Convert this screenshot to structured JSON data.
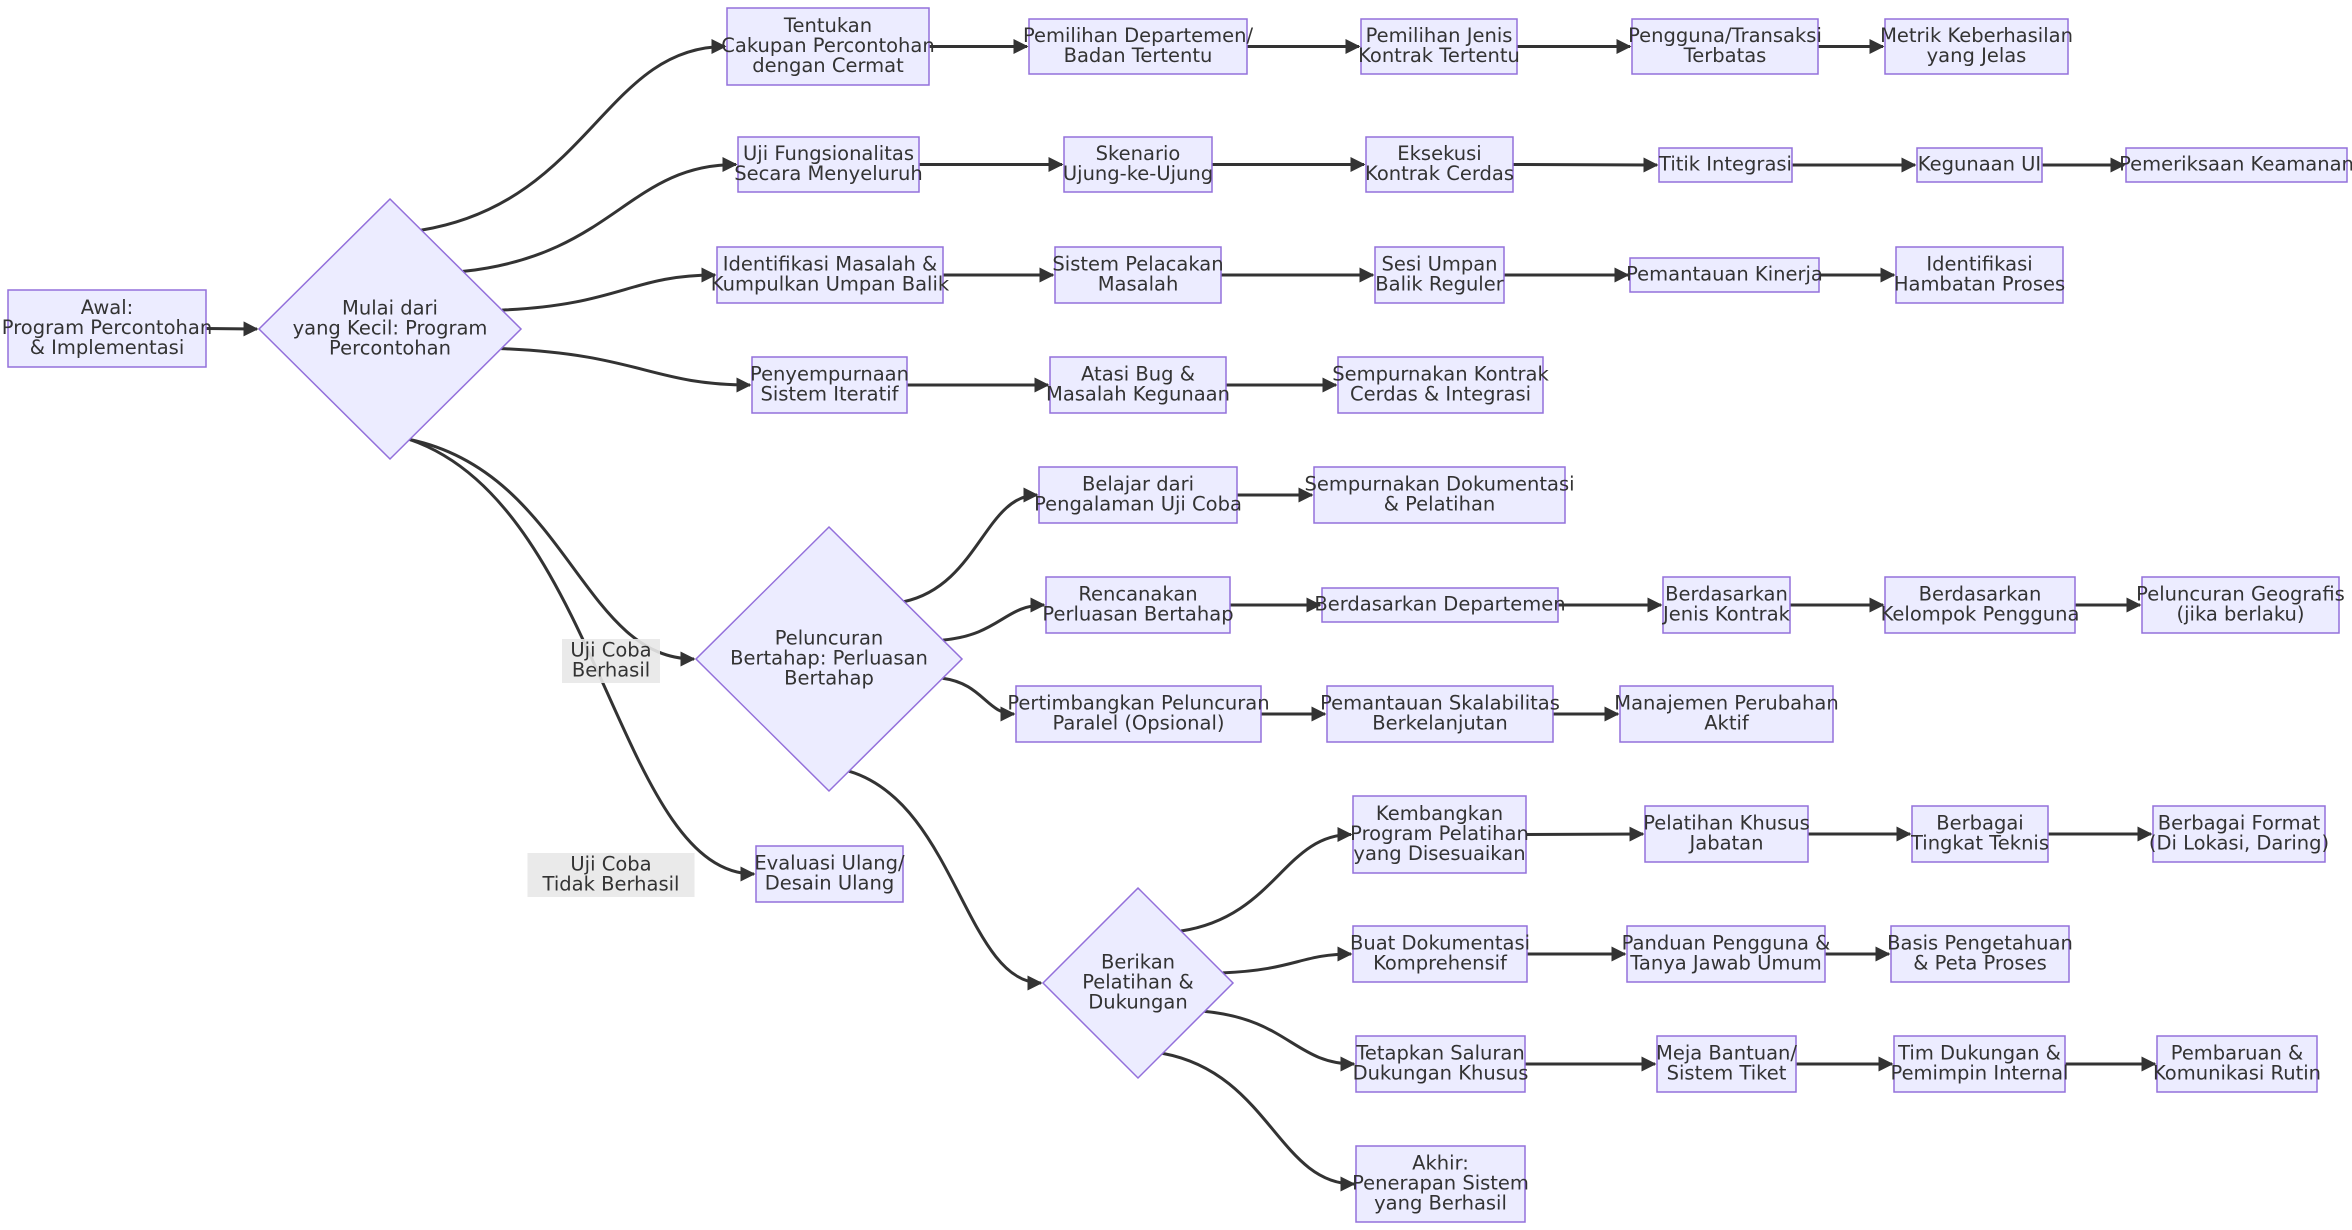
{
  "nodes": [
    {
      "id": "A",
      "lines": [
        "Awal:",
        "Program Percontohan",
        "& Implementasi"
      ]
    },
    {
      "id": "B",
      "lines": [
        "Mulai dari",
        "yang Kecil: Program",
        "Percontohan"
      ]
    },
    {
      "id": "C",
      "lines": [
        "Tentukan",
        "Cakupan Percontohan",
        "dengan Cermat"
      ]
    },
    {
      "id": "C1",
      "lines": [
        "Pemilihan Departemen/",
        "Badan Tertentu"
      ]
    },
    {
      "id": "C2",
      "lines": [
        "Pemilihan Jenis",
        "Kontrak Tertentu"
      ]
    },
    {
      "id": "C3",
      "lines": [
        "Pengguna/Transaksi",
        "Terbatas"
      ]
    },
    {
      "id": "C4",
      "lines": [
        "Metrik Keberhasilan",
        "yang Jelas"
      ]
    },
    {
      "id": "D",
      "lines": [
        "Uji Fungsionalitas",
        "Secara Menyeluruh"
      ]
    },
    {
      "id": "D1",
      "lines": [
        "Skenario",
        "Ujung-ke-Ujung"
      ]
    },
    {
      "id": "D2",
      "lines": [
        "Eksekusi",
        "Kontrak Cerdas"
      ]
    },
    {
      "id": "D3",
      "lines": [
        "Titik Integrasi"
      ]
    },
    {
      "id": "D4",
      "lines": [
        "Kegunaan UI"
      ]
    },
    {
      "id": "D5",
      "lines": [
        "Pemeriksaan Keamanan"
      ]
    },
    {
      "id": "E",
      "lines": [
        "Identifikasi Masalah &",
        "Kumpulkan Umpan Balik"
      ]
    },
    {
      "id": "E1",
      "lines": [
        "Sistem Pelacakan",
        "Masalah"
      ]
    },
    {
      "id": "E2",
      "lines": [
        "Sesi Umpan",
        "Balik Reguler"
      ]
    },
    {
      "id": "E3",
      "lines": [
        "Pemantauan Kinerja"
      ]
    },
    {
      "id": "E4",
      "lines": [
        "Identifikasi",
        "Hambatan Proses"
      ]
    },
    {
      "id": "F",
      "lines": [
        "Penyempurnaan",
        "Sistem Iteratif"
      ]
    },
    {
      "id": "F1",
      "lines": [
        "Atasi Bug &",
        "Masalah Kegunaan"
      ]
    },
    {
      "id": "F2",
      "lines": [
        "Sempurnakan Kontrak",
        "Cerdas & Integrasi"
      ]
    },
    {
      "id": "G",
      "lines": [
        "Peluncuran",
        "Bertahap: Perluasan",
        "Bertahap"
      ]
    },
    {
      "id": "G0",
      "lines": [
        "Belajar dari",
        "Pengalaman Uji Coba"
      ]
    },
    {
      "id": "G0a",
      "lines": [
        "Sempurnakan Dokumentasi",
        "& Pelatihan"
      ]
    },
    {
      "id": "G1",
      "lines": [
        "Rencanakan",
        "Perluasan Bertahap"
      ]
    },
    {
      "id": "G1a",
      "lines": [
        "Berdasarkan Departemen"
      ]
    },
    {
      "id": "G1b",
      "lines": [
        "Berdasarkan",
        "Jenis Kontrak"
      ]
    },
    {
      "id": "G1c",
      "lines": [
        "Berdasarkan",
        "Kelompok Pengguna"
      ]
    },
    {
      "id": "G1d",
      "lines": [
        "Peluncuran Geografis",
        "(jika berlaku)"
      ]
    },
    {
      "id": "G2",
      "lines": [
        "Pertimbangkan Peluncuran",
        "Paralel (Opsional)"
      ]
    },
    {
      "id": "G2a",
      "lines": [
        "Pemantauan Skalabilitas",
        "Berkelanjutan"
      ]
    },
    {
      "id": "G2b",
      "lines": [
        "Manajemen Perubahan",
        "Aktif"
      ]
    },
    {
      "id": "H",
      "lines": [
        "Evaluasi Ulang/",
        "Desain Ulang"
      ]
    },
    {
      "id": "I",
      "lines": [
        "Berikan",
        "Pelatihan &",
        "Dukungan"
      ]
    },
    {
      "id": "I1",
      "lines": [
        "Kembangkan",
        "Program Pelatihan",
        "yang Disesuaikan"
      ]
    },
    {
      "id": "I1a",
      "lines": [
        "Pelatihan Khusus",
        "Jabatan"
      ]
    },
    {
      "id": "I1b",
      "lines": [
        "Berbagai",
        "Tingkat Teknis"
      ]
    },
    {
      "id": "I1c",
      "lines": [
        "Berbagai Format",
        "(Di Lokasi, Daring)"
      ]
    },
    {
      "id": "I2",
      "lines": [
        "Buat Dokumentasi",
        "Komprehensif"
      ]
    },
    {
      "id": "I2a",
      "lines": [
        "Panduan Pengguna &",
        "Tanya Jawab Umum"
      ]
    },
    {
      "id": "I2b",
      "lines": [
        "Basis Pengetahuan",
        "& Peta Proses"
      ]
    },
    {
      "id": "I3",
      "lines": [
        "Tetapkan Saluran",
        "Dukungan Khusus"
      ]
    },
    {
      "id": "I3a",
      "lines": [
        "Meja Bantuan/",
        "Sistem Tiket"
      ]
    },
    {
      "id": "I3b",
      "lines": [
        "Tim Dukungan &",
        "Pemimpin Internal"
      ]
    },
    {
      "id": "I3c",
      "lines": [
        "Pembaruan &",
        "Komunikasi Rutin"
      ]
    },
    {
      "id": "J",
      "lines": [
        "Akhir:",
        "Penerapan Sistem",
        "yang Berhasil"
      ]
    }
  ],
  "edges": [
    {
      "from": "A",
      "to": "B"
    },
    {
      "from": "B",
      "to": "C"
    },
    {
      "from": "C",
      "to": "C1"
    },
    {
      "from": "C1",
      "to": "C2"
    },
    {
      "from": "C2",
      "to": "C3"
    },
    {
      "from": "C3",
      "to": "C4"
    },
    {
      "from": "B",
      "to": "D"
    },
    {
      "from": "D",
      "to": "D1"
    },
    {
      "from": "D1",
      "to": "D2"
    },
    {
      "from": "D2",
      "to": "D3"
    },
    {
      "from": "D3",
      "to": "D4"
    },
    {
      "from": "D4",
      "to": "D5"
    },
    {
      "from": "B",
      "to": "E"
    },
    {
      "from": "E",
      "to": "E1"
    },
    {
      "from": "E1",
      "to": "E2"
    },
    {
      "from": "E2",
      "to": "E3"
    },
    {
      "from": "E3",
      "to": "E4"
    },
    {
      "from": "B",
      "to": "F"
    },
    {
      "from": "F",
      "to": "F1"
    },
    {
      "from": "F1",
      "to": "F2"
    },
    {
      "from": "B",
      "to": "G",
      "label": [
        "Uji Coba",
        "Berhasil"
      ]
    },
    {
      "from": "B",
      "to": "H",
      "label": [
        "Uji Coba",
        "Tidak Berhasil"
      ]
    },
    {
      "from": "G",
      "to": "G0"
    },
    {
      "from": "G0",
      "to": "G0a"
    },
    {
      "from": "G",
      "to": "G1"
    },
    {
      "from": "G1",
      "to": "G1a"
    },
    {
      "from": "G1a",
      "to": "G1b"
    },
    {
      "from": "G1b",
      "to": "G1c"
    },
    {
      "from": "G1c",
      "to": "G1d"
    },
    {
      "from": "G",
      "to": "G2"
    },
    {
      "from": "G2",
      "to": "G2a"
    },
    {
      "from": "G2a",
      "to": "G2b"
    },
    {
      "from": "G",
      "to": "I"
    },
    {
      "from": "I",
      "to": "I1"
    },
    {
      "from": "I1",
      "to": "I1a"
    },
    {
      "from": "I1a",
      "to": "I1b"
    },
    {
      "from": "I1b",
      "to": "I1c"
    },
    {
      "from": "I",
      "to": "I2"
    },
    {
      "from": "I2",
      "to": "I2a"
    },
    {
      "from": "I2a",
      "to": "I2b"
    },
    {
      "from": "I",
      "to": "I3"
    },
    {
      "from": "I3",
      "to": "I3a"
    },
    {
      "from": "I3a",
      "to": "I3b"
    },
    {
      "from": "I3b",
      "to": "I3c"
    },
    {
      "from": "I",
      "to": "J"
    }
  ]
}
